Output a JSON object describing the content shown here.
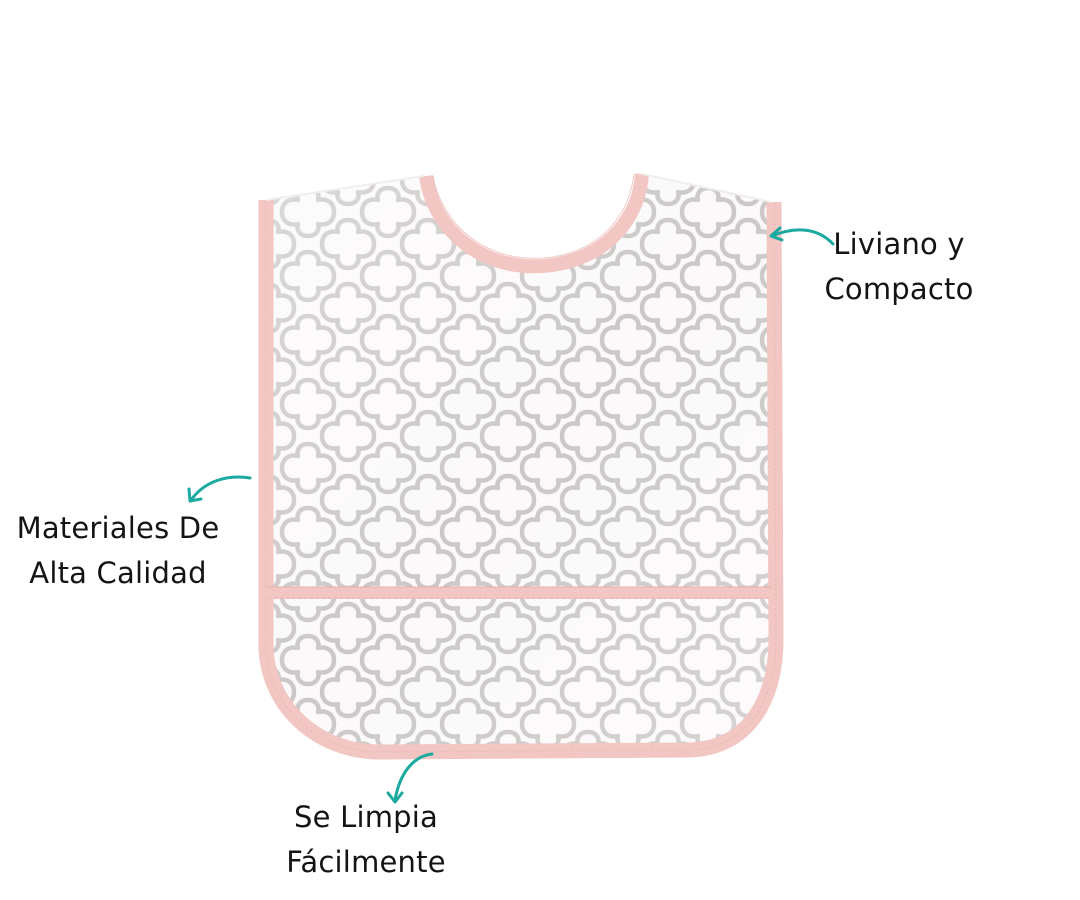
{
  "product": {
    "name": "bib",
    "colors": {
      "background": "#ffffff",
      "binding": "#f2c6c3",
      "binding_shadow": "#e8b1ad",
      "fabric": "#fbf9f9",
      "pattern": "#c7c3c3",
      "arrow": "#1aaa9f",
      "text": "#141414"
    }
  },
  "callouts": [
    {
      "id": "lightweight",
      "lines": [
        "Liviano y",
        "Compacto"
      ],
      "arrow_icon": "curved-arrow-left"
    },
    {
      "id": "materials",
      "lines": [
        "Materiales De",
        "Alta Calidad"
      ],
      "arrow_icon": "curved-arrow-down-left"
    },
    {
      "id": "cleaning",
      "lines": [
        "Se Limpia",
        "Fácilmente"
      ],
      "arrow_icon": "curved-arrow-down"
    }
  ]
}
